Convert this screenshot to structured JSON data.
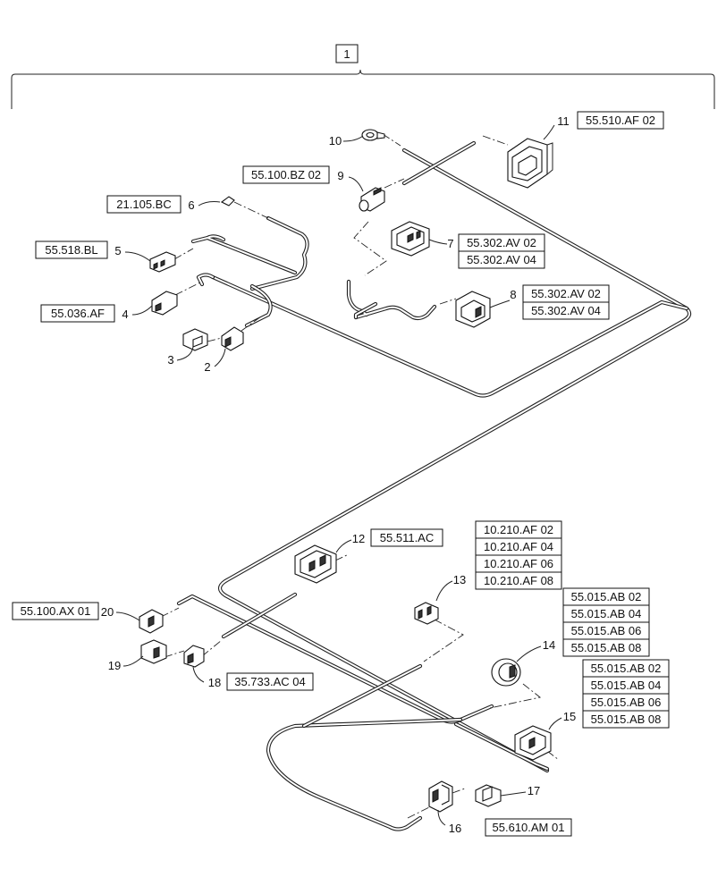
{
  "assembly": {
    "item": "1"
  },
  "callouts": [
    {
      "num": "2",
      "refs": []
    },
    {
      "num": "3",
      "refs": []
    },
    {
      "num": "4",
      "refs": [
        "55.036.AF"
      ]
    },
    {
      "num": "5",
      "refs": [
        "55.518.BL"
      ]
    },
    {
      "num": "6",
      "refs": [
        "21.105.BC"
      ]
    },
    {
      "num": "7",
      "refs": [
        "55.302.AV 02",
        "55.302.AV 04"
      ]
    },
    {
      "num": "8",
      "refs": [
        "55.302.AV 02",
        "55.302.AV 04"
      ]
    },
    {
      "num": "9",
      "refs": [
        "55.100.BZ 02"
      ]
    },
    {
      "num": "10",
      "refs": []
    },
    {
      "num": "11",
      "refs": [
        "55.510.AF 02"
      ]
    },
    {
      "num": "12",
      "refs": [
        "55.511.AC"
      ]
    },
    {
      "num": "13",
      "refs": [
        "10.210.AF 02",
        "10.210.AF 04",
        "10.210.AF 06",
        "10.210.AF 08"
      ]
    },
    {
      "num": "14",
      "refs": [
        "55.015.AB 02",
        "55.015.AB 04",
        "55.015.AB 06",
        "55.015.AB 08"
      ]
    },
    {
      "num": "15",
      "refs": [
        "55.015.AB 02",
        "55.015.AB 04",
        "55.015.AB 06",
        "55.015.AB 08"
      ]
    },
    {
      "num": "16",
      "refs": [
        "55.610.AM 01"
      ]
    },
    {
      "num": "17",
      "refs": []
    },
    {
      "num": "18",
      "refs": [
        "35.733.AC 04"
      ]
    },
    {
      "num": "19",
      "refs": []
    },
    {
      "num": "20",
      "refs": [
        "55.100.AX 01"
      ]
    }
  ]
}
